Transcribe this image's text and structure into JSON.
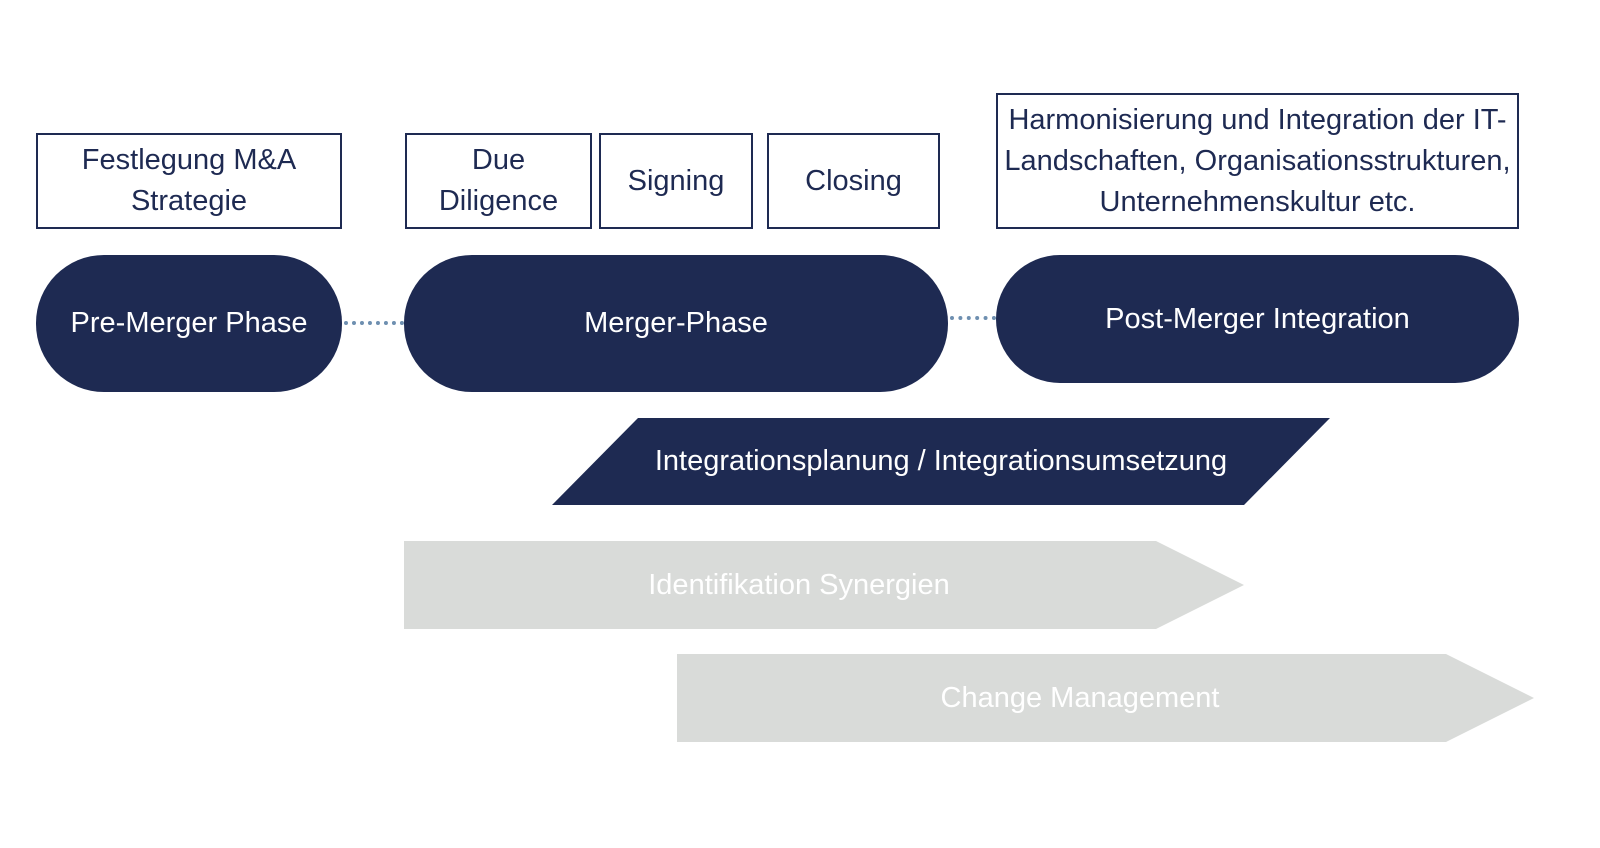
{
  "top_boxes": {
    "strategy": [
      "Festlegung M&A",
      "Strategie"
    ],
    "due_diligence": [
      "Due",
      "Diligence"
    ],
    "signing": [
      "Signing"
    ],
    "closing": [
      "Closing"
    ],
    "harmonisation": [
      "Harmonisierung und Integration der IT-",
      "Landschaften, Organisationsstrukturen,",
      "Unternehmenskultur etc."
    ]
  },
  "phases": {
    "pre_merger": "Pre-Merger Phase",
    "merger": "Merger-Phase",
    "post_merger": "Post-Merger Integration"
  },
  "bars": {
    "integration": "Integrationsplanung / Integrationsumsetzung",
    "synergies": "Identifikation Synergien",
    "change": "Change Management"
  },
  "colors": {
    "navy": "#1e2a52",
    "grey": "#d9dbd9",
    "connector": "#6e8fb0",
    "white": "#ffffff"
  }
}
